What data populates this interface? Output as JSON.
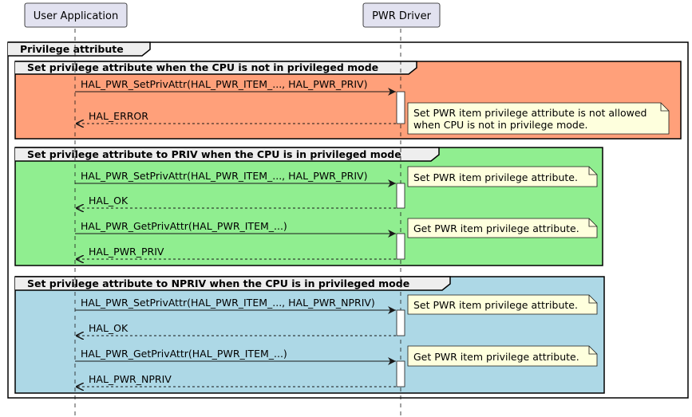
{
  "participants": {
    "user_app": "User Application",
    "pwr_driver": "PWR Driver"
  },
  "outer_group": {
    "title": "Privilege attribute"
  },
  "groups": [
    {
      "title": "Set privilege attribute when the CPU is not in privileged mode",
      "color": "#FFA07A",
      "messages": [
        {
          "label": "HAL_PWR_SetPrivAttr(HAL_PWR_ITEM_..., HAL_PWR_PRIV)",
          "direction": "request"
        },
        {
          "label": "HAL_ERROR",
          "direction": "return"
        }
      ],
      "note_lines": [
        "Set PWR item privilege attribute is not allowed",
        "when CPU is not in privilege mode."
      ]
    },
    {
      "title": "Set privilege attribute to PRIV when the CPU is in privileged mode",
      "color": "#90EE90",
      "messages": [
        {
          "label": "HAL_PWR_SetPrivAttr(HAL_PWR_ITEM_..., HAL_PWR_PRIV)",
          "direction": "request"
        },
        {
          "label": "HAL_OK",
          "direction": "return"
        },
        {
          "label": "HAL_PWR_GetPrivAttr(HAL_PWR_ITEM_...)",
          "direction": "request"
        },
        {
          "label": "HAL_PWR_PRIV",
          "direction": "return"
        }
      ],
      "notes": [
        "Set PWR item privilege attribute.",
        "Get PWR item privilege attribute."
      ]
    },
    {
      "title": "Set privilege attribute to NPRIV when the CPU is in privileged mode",
      "color": "#ADD8E6",
      "messages": [
        {
          "label": "HAL_PWR_SetPrivAttr(HAL_PWR_ITEM_..., HAL_PWR_NPRIV)",
          "direction": "request"
        },
        {
          "label": "HAL_OK",
          "direction": "return"
        },
        {
          "label": "HAL_PWR_GetPrivAttr(HAL_PWR_ITEM_...)",
          "direction": "request"
        },
        {
          "label": "HAL_PWR_NPRIV",
          "direction": "return"
        }
      ],
      "notes": [
        "Set PWR item privilege attribute.",
        "Get PWR item privilege attribute."
      ]
    }
  ],
  "colors": {
    "participant_fill": "#E2E2F0",
    "participant_border": "#181818",
    "note_fill": "#FEFFDD",
    "lifeline": "#181818"
  }
}
